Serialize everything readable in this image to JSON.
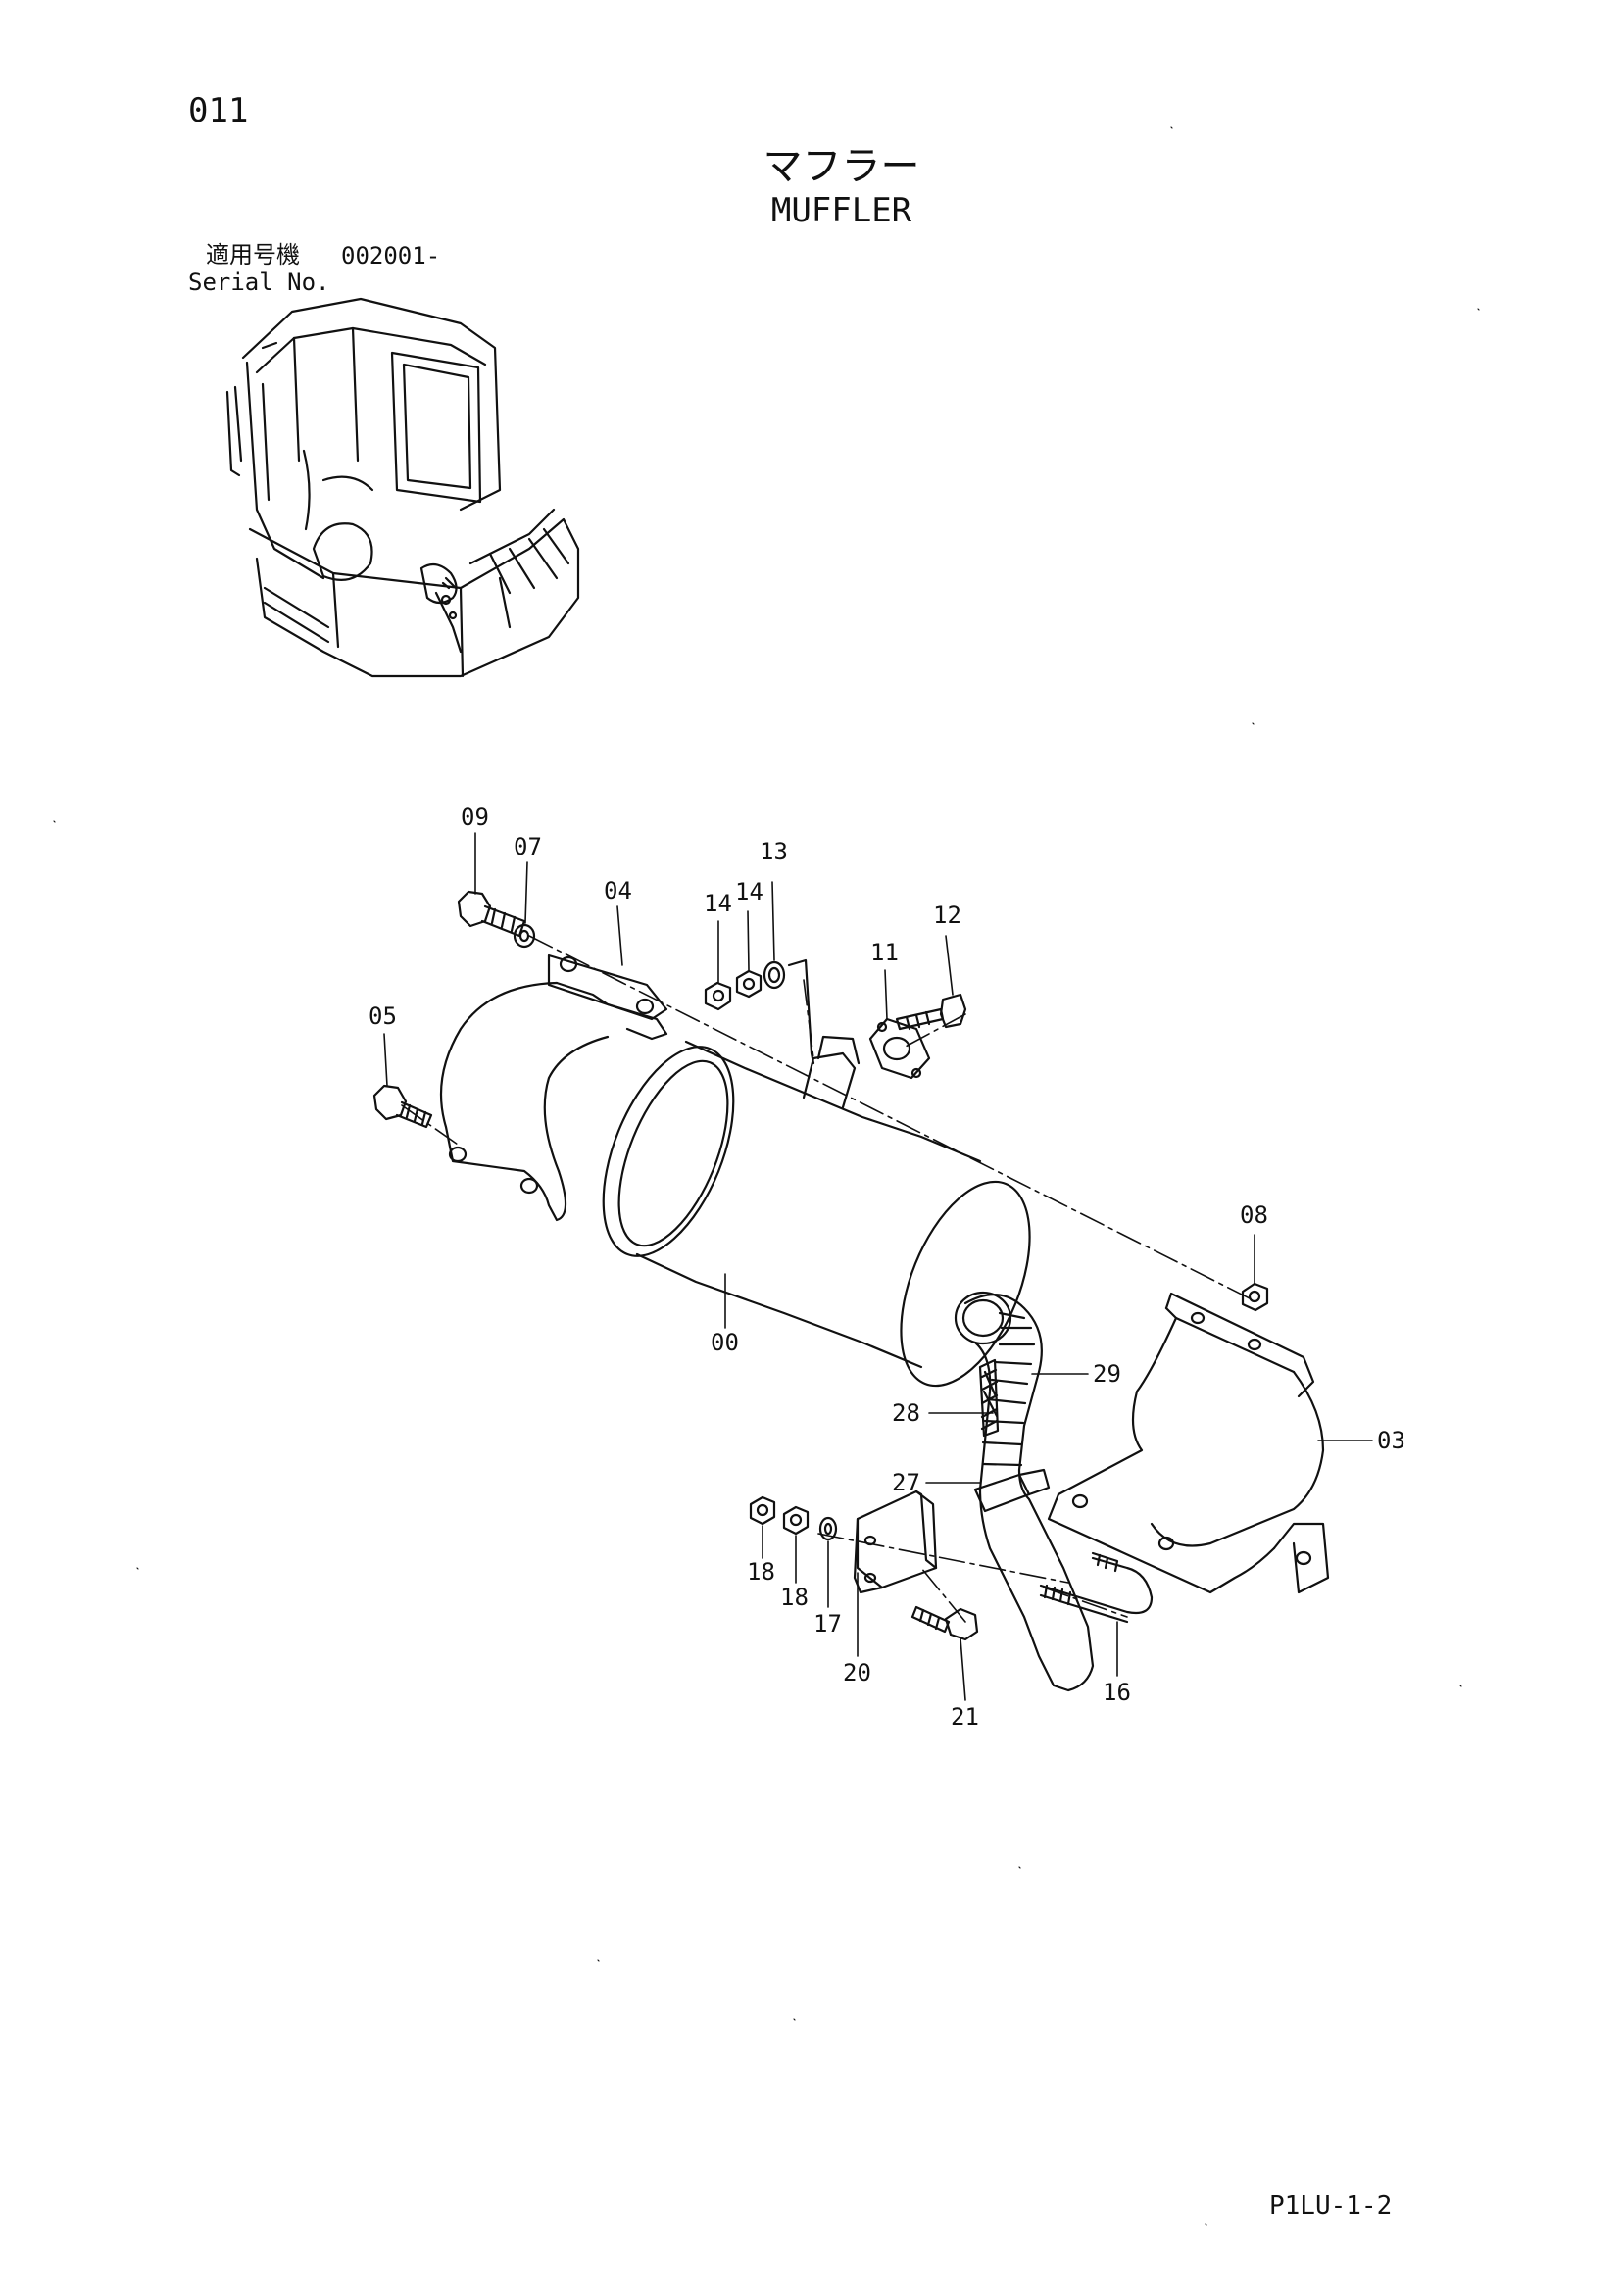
{
  "page": {
    "number": "011",
    "title_jp": "マフラー",
    "title_en": "MUFFLER",
    "serial_label_jp": "適用号機",
    "serial_value": "002001-",
    "serial_label_en": "Serial No.",
    "drawing_code": "P1LU-1-2"
  },
  "callouts": [
    {
      "id": "c09",
      "label": "09"
    },
    {
      "id": "c07",
      "label": "07"
    },
    {
      "id": "c04",
      "label": "04"
    },
    {
      "id": "c13",
      "label": "13"
    },
    {
      "id": "c14a",
      "label": "14"
    },
    {
      "id": "c14b",
      "label": "14"
    },
    {
      "id": "c11",
      "label": "11"
    },
    {
      "id": "c12",
      "label": "12"
    },
    {
      "id": "c05",
      "label": "05"
    },
    {
      "id": "c08",
      "label": "08"
    },
    {
      "id": "c00",
      "label": "00"
    },
    {
      "id": "c29",
      "label": "29"
    },
    {
      "id": "c28",
      "label": "28"
    },
    {
      "id": "c03",
      "label": "03"
    },
    {
      "id": "c27",
      "label": "27"
    },
    {
      "id": "c18a",
      "label": "18"
    },
    {
      "id": "c18b",
      "label": "18"
    },
    {
      "id": "c17",
      "label": "17"
    },
    {
      "id": "c20",
      "label": "20"
    },
    {
      "id": "c16",
      "label": "16"
    },
    {
      "id": "c21",
      "label": "21"
    }
  ],
  "colors": {
    "line": "#111111",
    "background": "#ffffff"
  }
}
